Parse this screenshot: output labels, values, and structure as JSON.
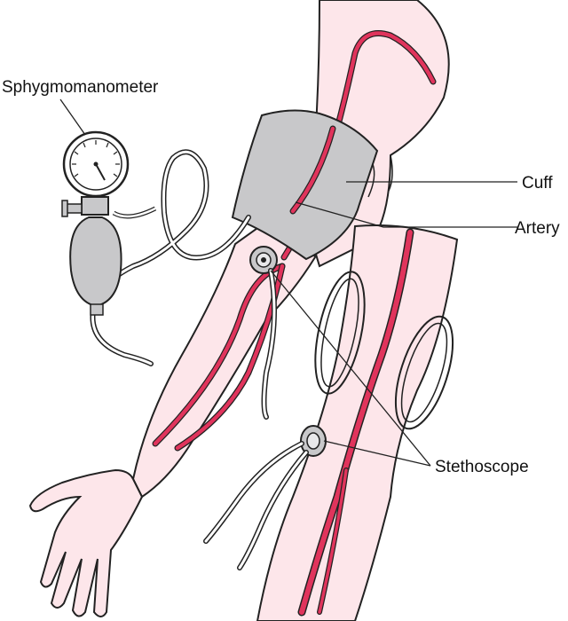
{
  "labels": {
    "sphygmomanometer": "Sphygmomanometer",
    "cuff": "Cuff",
    "artery": "Artery",
    "stethoscope": "Stethoscope"
  },
  "colors": {
    "skin": "#fde6ea",
    "artery": "#e0345c",
    "cuff": "#c8c8ca",
    "outline": "#222222"
  }
}
